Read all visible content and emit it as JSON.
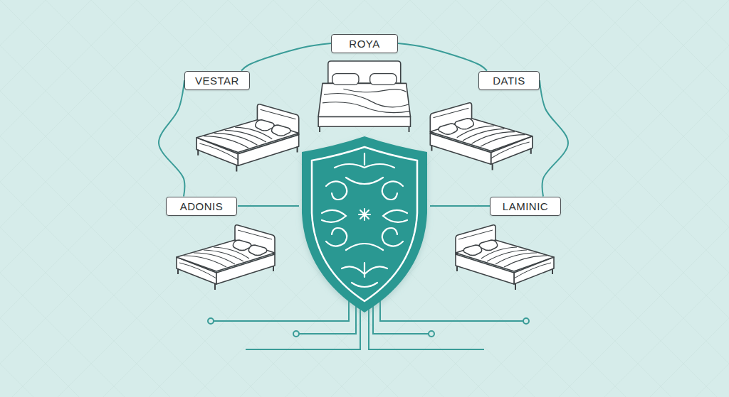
{
  "diagram": {
    "nodes": [
      {
        "text": [
          "ROYA"
        ]
      },
      {
        "text": [
          "VESTAR"
        ]
      },
      {
        "text": [
          "DATIS"
        ]
      },
      {
        "text": [
          "ADONIS"
        ]
      },
      {
        "text": [
          "LAMINIC"
        ]
      }
    ],
    "edges": [
      {
        "from": 0,
        "to": 1,
        "arrow": "none"
      },
      {
        "from": 0,
        "to": 2,
        "arrow": "none"
      },
      {
        "from": 1,
        "to": 3,
        "arrow": "none"
      },
      {
        "from": 2,
        "to": 4,
        "arrow": "none"
      }
    ]
  }
}
